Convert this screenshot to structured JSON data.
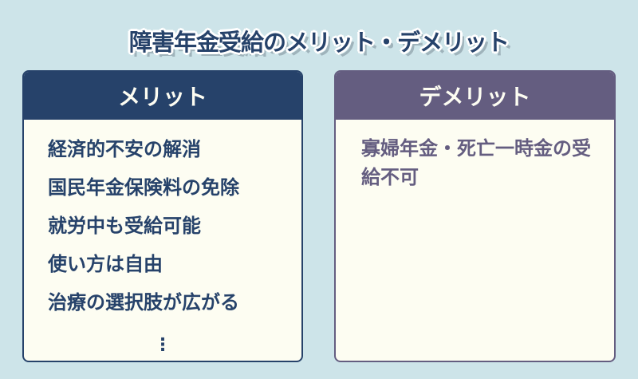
{
  "title": "障害年金受給のメリット・デメリット",
  "merits": {
    "header": "メリット",
    "items": [
      "経済的不安の解消",
      "国民年金保険料の免除",
      "就労中も受給可能",
      "使い方は自由",
      "治療の選択肢が広がる"
    ],
    "more": "⋮"
  },
  "demerits": {
    "header": "デメリット",
    "text": "寡婦年金・死亡一時金の受給不可"
  },
  "colors": {
    "background": "#cde4e9",
    "merit": "#26426a",
    "demerit": "#645d80",
    "card": "#fdfdf2"
  }
}
